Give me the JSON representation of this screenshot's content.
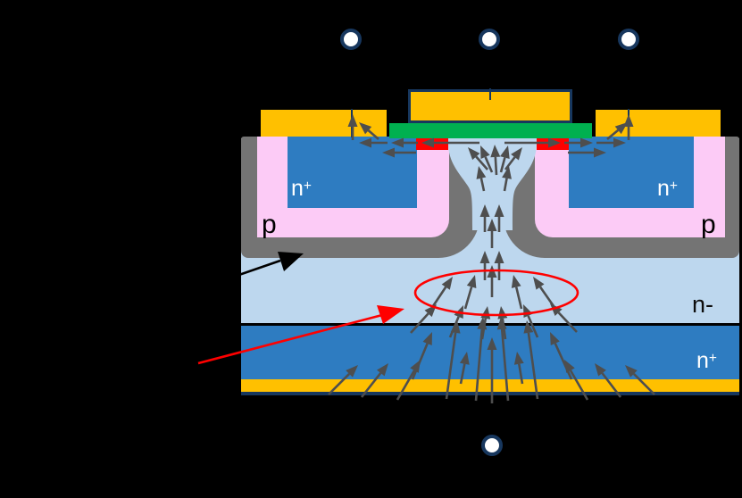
{
  "diagram": {
    "labels": {
      "p_left": "p",
      "p_right": "p",
      "n_base": "n",
      "n_sup_plus": "+",
      "n_minus": "n-"
    },
    "colors": {
      "background": "#000000",
      "metal_yellow": "#FFC000",
      "gate_green": "#00B050",
      "channel_red": "#FF0000",
      "p_well_pink": "#FCCBF6",
      "n_well_blue": "#2E7CC1",
      "n_drift_lightblue": "#BDD7EE",
      "body_gray": "#747474",
      "terminal_navy": "#17375E",
      "flow_arrow_gray": "#4E4E4E",
      "annotation_red": "#FF0000"
    }
  }
}
